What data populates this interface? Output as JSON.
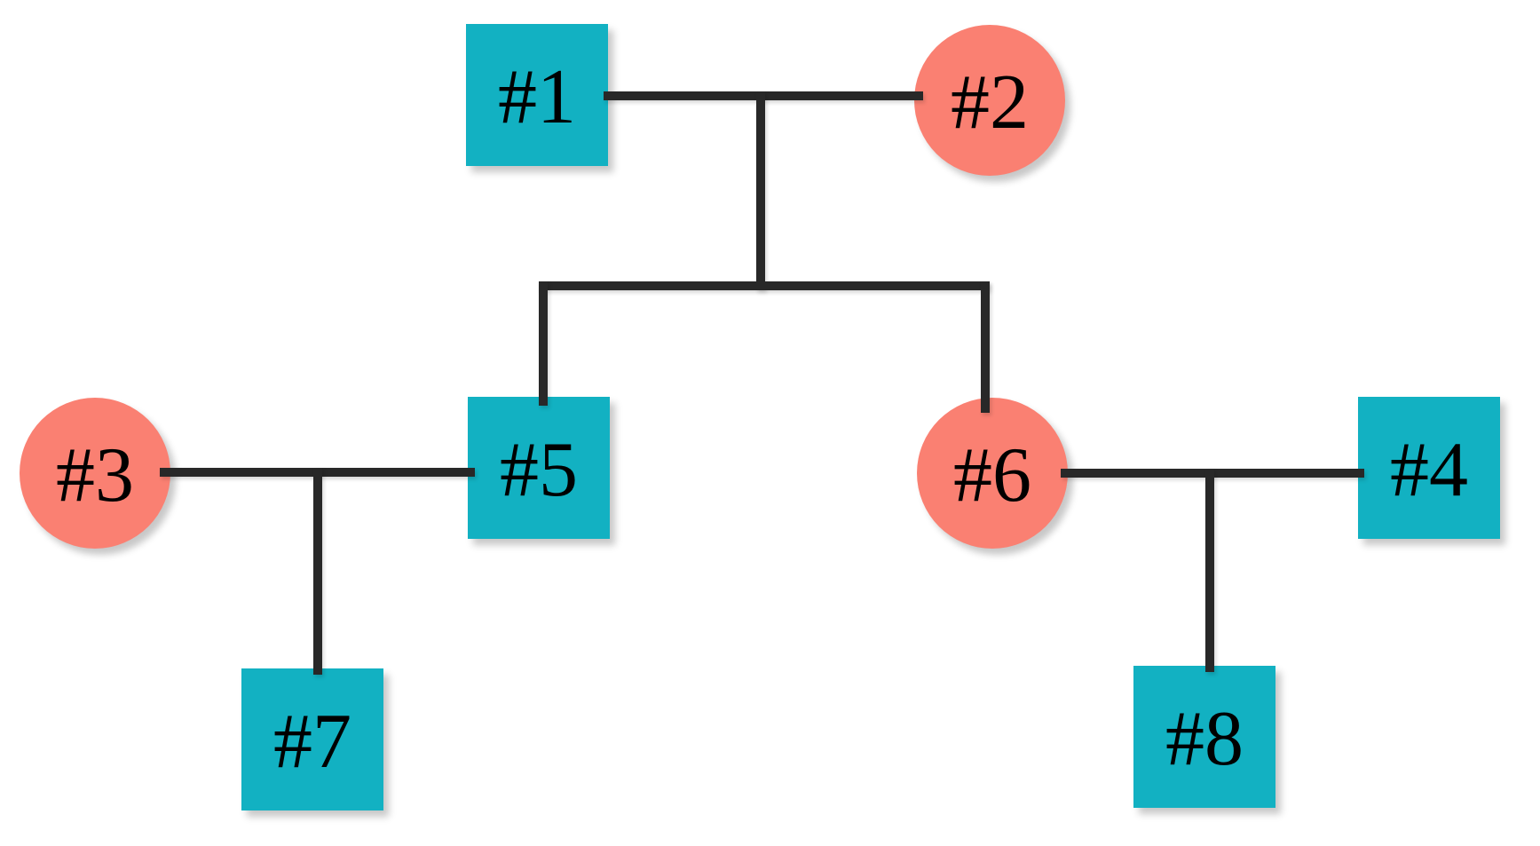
{
  "figure": {
    "type": "pedigree-family-tree-diagram",
    "background": "#ffffff"
  },
  "style_tokens": {
    "square_color": "#12b1c2",
    "circle_color": "#fa8072",
    "line_color": "#282828",
    "text_color": "#000000"
  },
  "nodes": [
    {
      "id": 1,
      "label": "#1",
      "shape": "square",
      "row": "top"
    },
    {
      "id": 2,
      "label": "#2",
      "shape": "circle",
      "row": "top"
    },
    {
      "id": 3,
      "label": "#3",
      "shape": "circle",
      "row": "middle"
    },
    {
      "id": 4,
      "label": "#4",
      "shape": "square",
      "row": "middle"
    },
    {
      "id": 5,
      "label": "#5",
      "shape": "square",
      "row": "middle"
    },
    {
      "id": 6,
      "label": "#6",
      "shape": "circle",
      "row": "middle"
    },
    {
      "id": 7,
      "label": "#7",
      "shape": "square",
      "row": "bottom"
    },
    {
      "id": 8,
      "label": "#8",
      "shape": "square",
      "row": "bottom"
    }
  ],
  "relationships": {
    "couples": [
      [
        "#1",
        "#2"
      ],
      [
        "#3",
        "#5"
      ],
      [
        "#6",
        "#4"
      ]
    ],
    "offspring": [
      {
        "parents": [
          "#1",
          "#2"
        ],
        "children": [
          "#5",
          "#6"
        ]
      },
      {
        "parents": [
          "#3",
          "#5"
        ],
        "children": [
          "#7"
        ]
      },
      {
        "parents": [
          "#6",
          "#4"
        ],
        "children": [
          "#8"
        ]
      }
    ]
  }
}
